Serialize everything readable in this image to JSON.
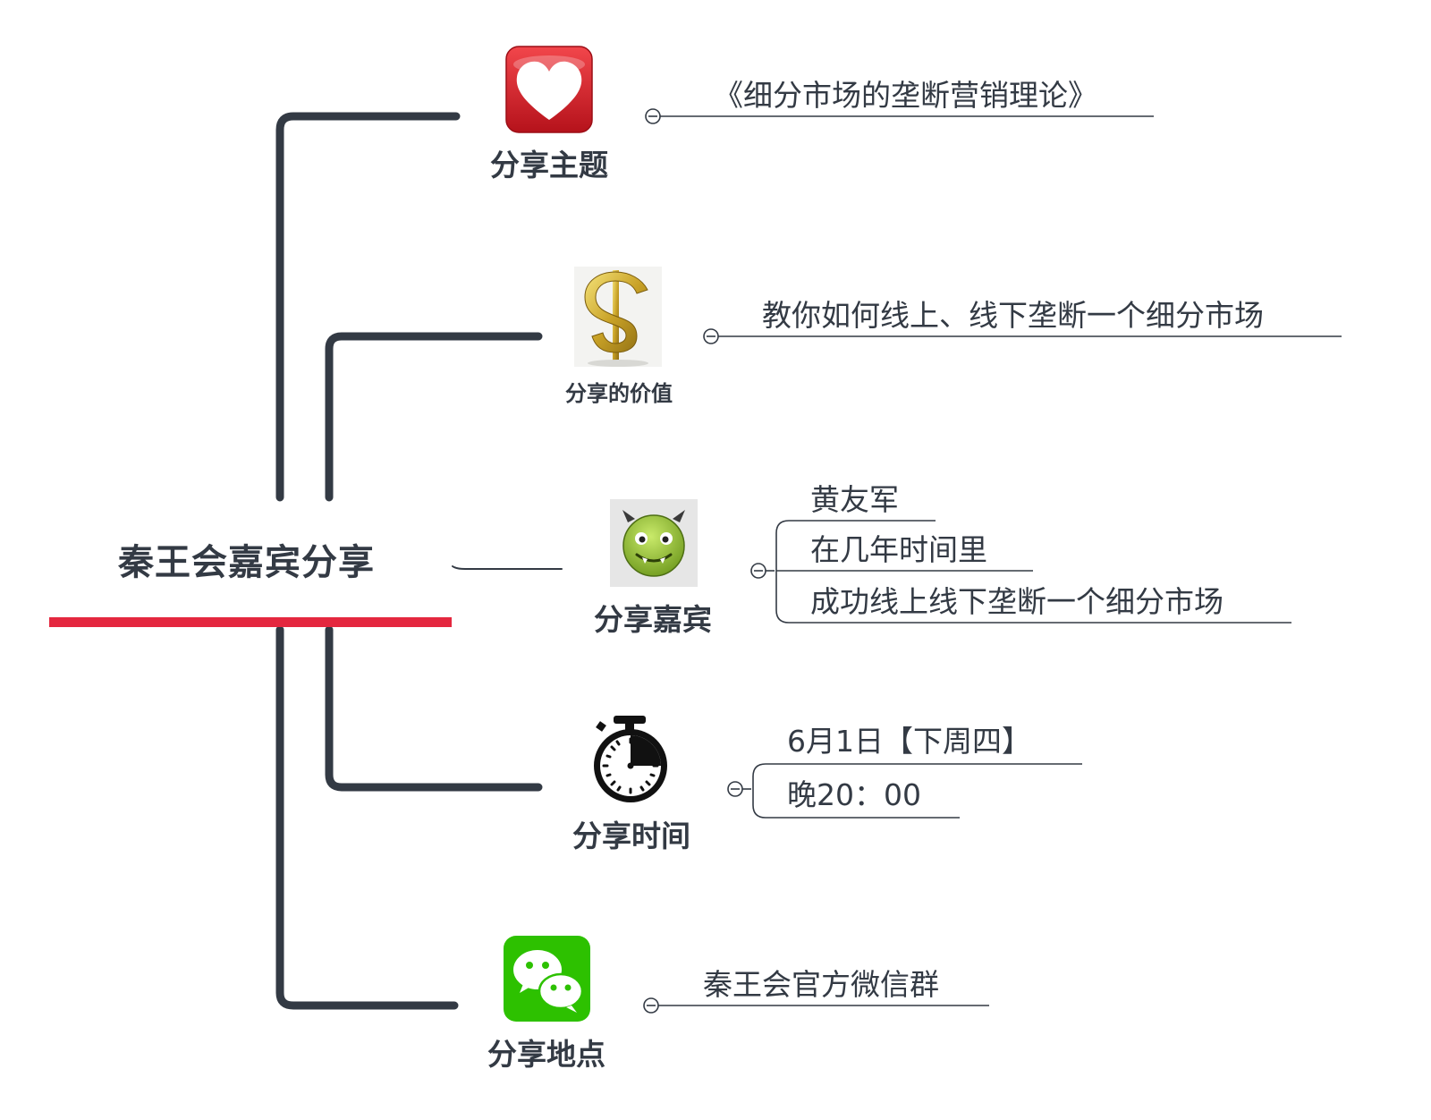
{
  "root": {
    "title": "秦王会嘉宾分享",
    "underline_color": "#e4273f"
  },
  "topics": [
    {
      "id": "theme",
      "label": "分享主题",
      "icon": "heart-icon",
      "leaves": [
        "《细分市场的垄断营销理论》"
      ]
    },
    {
      "id": "value",
      "label": "分享的价值",
      "icon": "dollar-icon",
      "leaves": [
        "教你如何线上、线下垄断一个细分市场"
      ]
    },
    {
      "id": "guest",
      "label": "分享嘉宾",
      "icon": "monster-icon",
      "leaves": [
        "黄友军",
        "在几年时间里",
        "成功线上线下垄断一个细分市场"
      ]
    },
    {
      "id": "time",
      "label": "分享时间",
      "icon": "stopwatch-icon",
      "leaves": [
        "6月1日【下周四】",
        "晚20：00"
      ]
    },
    {
      "id": "place",
      "label": "分享地点",
      "icon": "wechat-icon",
      "leaves": [
        "秦王会官方微信群"
      ]
    }
  ],
  "colors": {
    "branch": "#333a44",
    "heart": "#d9202b",
    "wechat": "#2dc100",
    "dollar": "#c9a227",
    "monster": "#8cc63f"
  }
}
